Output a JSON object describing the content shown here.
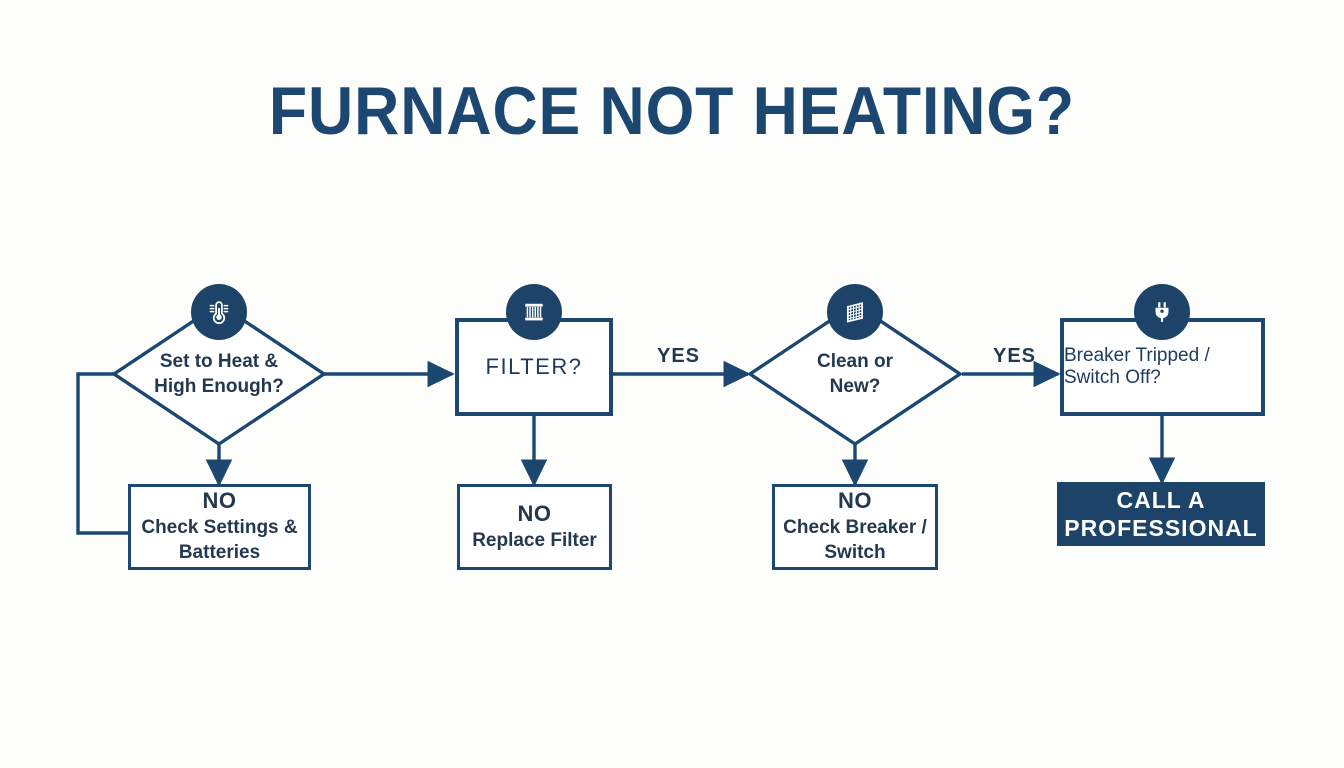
{
  "page": {
    "title": "FURNACE NOT HEATING?",
    "background_color": "#fdfdfc",
    "line_color": "#1b4771",
    "accent_color": "#1d4468",
    "text_color": "#24384f"
  },
  "flowchart": {
    "type": "decision-flowchart",
    "nodes": [
      {
        "id": "thermostat-check",
        "shape": "diamond",
        "label": "Set to Heat &\nHigh Enough?",
        "icon": "thermometer-icon"
      },
      {
        "id": "thermostat-no",
        "shape": "rectangle",
        "answer": "NO",
        "label": "Check Settings &\nBatteries"
      },
      {
        "id": "filter-check",
        "shape": "rectangle",
        "label": "FILTER?",
        "icon": "air-filter-icon"
      },
      {
        "id": "filter-no",
        "shape": "rectangle",
        "answer": "NO",
        "label": "Replace Filter"
      },
      {
        "id": "clean-or-new",
        "shape": "diamond",
        "label": "Clean or\nNew?",
        "icon": "filter-mesh-icon"
      },
      {
        "id": "clean-no",
        "shape": "rectangle",
        "answer": "NO",
        "label": "Check Breaker /\nSwitch"
      },
      {
        "id": "breaker-check",
        "shape": "rectangle",
        "label": "Breaker Tripped /\nSwitch Off?",
        "icon": "power-plug-icon"
      },
      {
        "id": "call-professional",
        "shape": "filled-rectangle",
        "label": "CALL A\nPROFESSIONAL"
      }
    ],
    "edge_labels": {
      "filter_yes": "YES",
      "clean_yes": "YES"
    }
  }
}
